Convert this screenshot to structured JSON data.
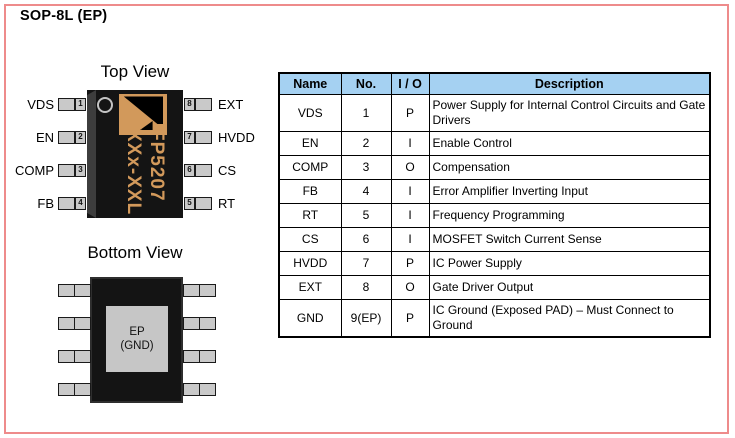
{
  "page": {
    "title": "SOP-8L (EP)"
  },
  "colors": {
    "chip_body": "#141414",
    "chip_marking_orange": "#D2995B",
    "pin_gray": "#C9C9C9",
    "ep_pad_gray": "#C6C6C6",
    "table_header_blue": "#A5D1F2",
    "page_border_red": "#EE8B8B"
  },
  "top_view": {
    "label": "Top View",
    "marking": [
      "FP5207",
      "XXx-XXL"
    ],
    "left_pins": [
      {
        "name": "VDS",
        "num": "1"
      },
      {
        "name": "EN",
        "num": "2"
      },
      {
        "name": "COMP",
        "num": "3"
      },
      {
        "name": "FB",
        "num": "4"
      }
    ],
    "right_pins": [
      {
        "name": "EXT",
        "num": "8"
      },
      {
        "name": "HVDD",
        "num": "7"
      },
      {
        "name": "CS",
        "num": "6"
      },
      {
        "name": "RT",
        "num": "5"
      }
    ]
  },
  "bottom_view": {
    "label": "Bottom View",
    "pad_lines": [
      "EP",
      "(GND)"
    ],
    "pins_per_side": 4
  },
  "pin_table": {
    "headers": [
      "Name",
      "No.",
      "I / O",
      "Description"
    ],
    "rows": [
      [
        "VDS",
        "1",
        "P",
        "Power Supply for Internal Control Circuits and Gate Drivers"
      ],
      [
        "EN",
        "2",
        "I",
        "Enable Control"
      ],
      [
        "COMP",
        "3",
        "O",
        "Compensation"
      ],
      [
        "FB",
        "4",
        "I",
        "Error Amplifier Inverting Input"
      ],
      [
        "RT",
        "5",
        "I",
        "Frequency Programming"
      ],
      [
        "CS",
        "6",
        "I",
        "MOSFET Switch Current Sense"
      ],
      [
        "HVDD",
        "7",
        "P",
        "IC Power Supply"
      ],
      [
        "EXT",
        "8",
        "O",
        "Gate Driver Output"
      ],
      [
        "GND",
        "9(EP)",
        "P",
        "IC Ground (Exposed PAD) – Must Connect to Ground"
      ]
    ]
  }
}
